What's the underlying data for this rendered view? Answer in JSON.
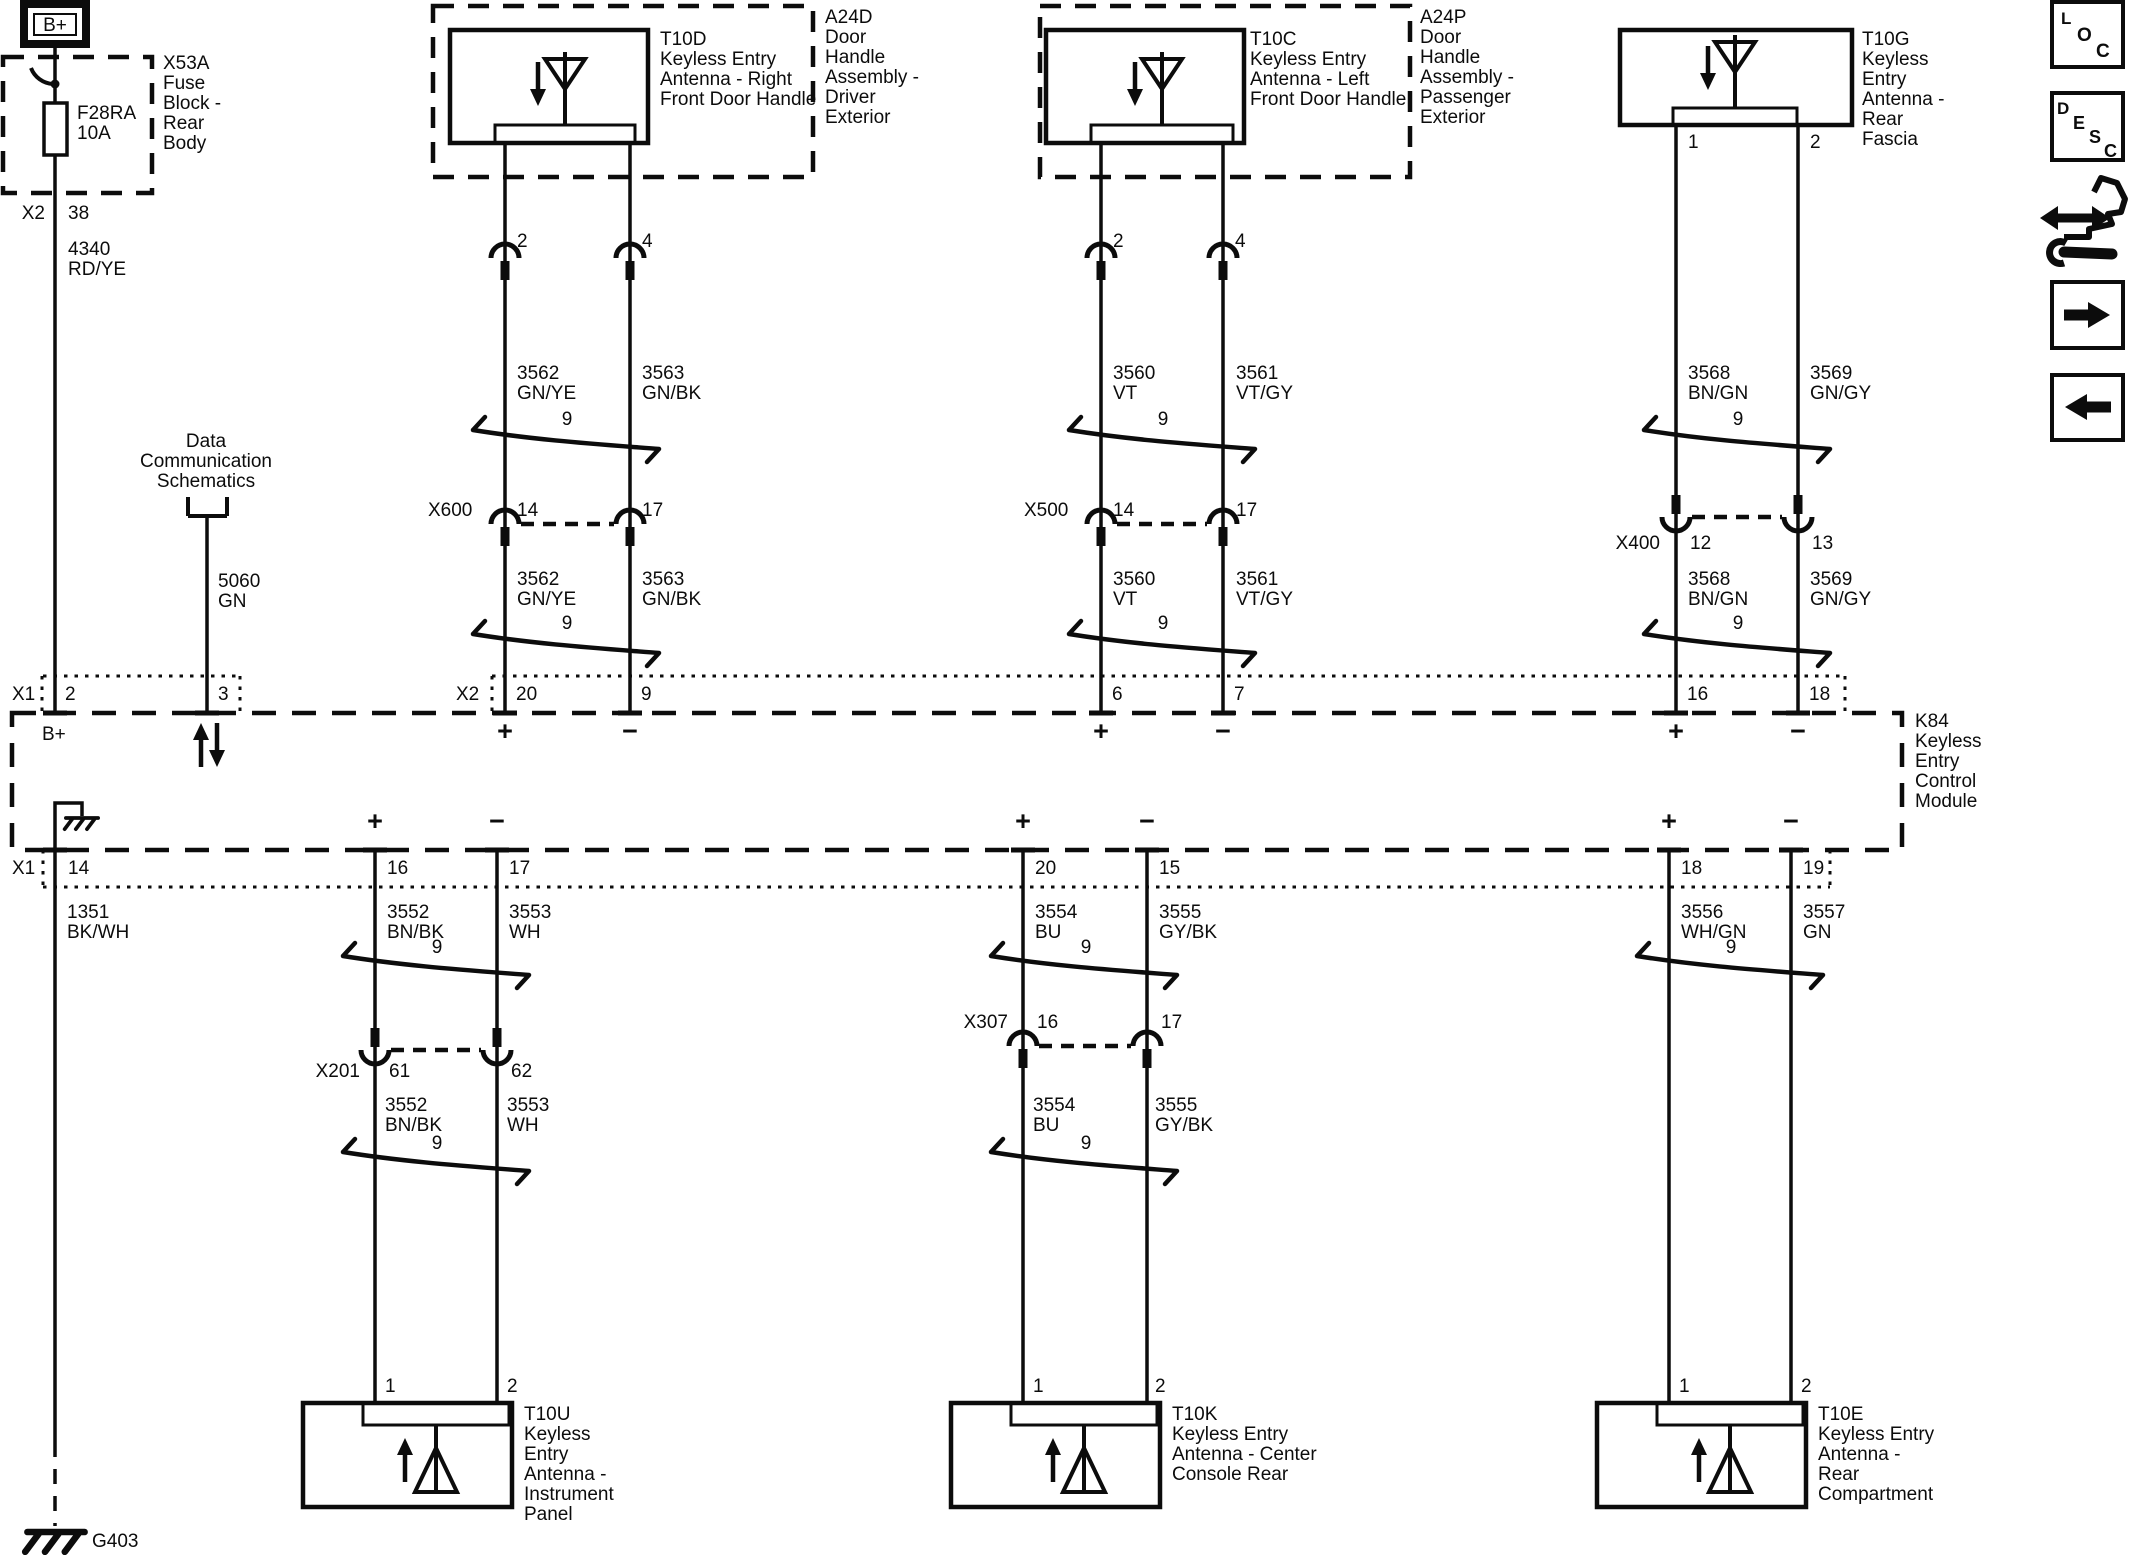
{
  "bat": {
    "label": "B+"
  },
  "fuse": {
    "code": "X53A",
    "name": [
      "Fuse",
      "Block -",
      "Rear",
      "Body"
    ],
    "fuse_code": "F28RA",
    "rating": "10A",
    "conn": "X2",
    "pin": "38",
    "wire": {
      "id": "4340",
      "color": "RD/YE"
    }
  },
  "dcs": {
    "lines": [
      "Data",
      "Communication",
      "Schematics"
    ],
    "wire": {
      "id": "5060",
      "color": "GN"
    }
  },
  "gnd": {
    "label": "G403",
    "wire": {
      "id": "1351",
      "color": "BK/WH"
    }
  },
  "mod": {
    "code": "K84",
    "name": [
      "Keyless",
      "Entry",
      "Control",
      "Module"
    ],
    "x1": "X1",
    "x2": "X2",
    "bplus": "B+",
    "plus": "+",
    "minus": "−",
    "top": {
      "p2": "2",
      "p3": "3",
      "p20": "20",
      "p9": "9",
      "p6": "6",
      "p7": "7",
      "p16": "16",
      "p18": "18"
    },
    "bot": {
      "p14": "14",
      "p16": "16",
      "p17": "17",
      "p20": "20",
      "p15": "15",
      "p18": "18",
      "p19": "19"
    }
  },
  "t10d": {
    "code": "T10D",
    "name": [
      "Keyless Entry",
      "Antenna - Right",
      "Front Door Handle"
    ],
    "asm": {
      "code": "A24D",
      "name": [
        "Door",
        "Handle",
        "Assembly -",
        "Driver",
        "Exterior"
      ]
    },
    "pins": [
      "2",
      "4"
    ],
    "twist": "9",
    "wl": {
      "id": "3562",
      "color": "GN/YE"
    },
    "wr": {
      "id": "3563",
      "color": "GN/BK"
    },
    "conn": {
      "code": "X600",
      "pins": [
        "14",
        "17"
      ]
    }
  },
  "t10c": {
    "code": "T10C",
    "name": [
      "Keyless Entry",
      "Antenna - Left",
      "Front Door Handle"
    ],
    "asm": {
      "code": "A24P",
      "name": [
        "Door",
        "Handle",
        "Assembly -",
        "Passenger",
        "Exterior"
      ]
    },
    "pins": [
      "2",
      "4"
    ],
    "twist": "9",
    "wl": {
      "id": "3560",
      "color": "VT"
    },
    "wr": {
      "id": "3561",
      "color": "VT/GY"
    },
    "conn": {
      "code": "X500",
      "pins": [
        "14",
        "17"
      ]
    }
  },
  "t10g": {
    "code": "T10G",
    "name": [
      "Keyless",
      "Entry",
      "Antenna -",
      "Rear",
      "Fascia"
    ],
    "pins": [
      "1",
      "2"
    ],
    "twist": "9",
    "wl": {
      "id": "3568",
      "color": "BN/GN"
    },
    "wr": {
      "id": "3569",
      "color": "GN/GY"
    },
    "conn": {
      "code": "X400",
      "pins": [
        "12",
        "13"
      ]
    }
  },
  "t10u": {
    "code": "T10U",
    "name": [
      "Keyless",
      "Entry",
      "Antenna -",
      "Instrument",
      "Panel"
    ],
    "pins": [
      "1",
      "2"
    ],
    "twist": "9",
    "wl": {
      "id": "3552",
      "color": "BN/BK"
    },
    "wr": {
      "id": "3553",
      "color": "WH"
    },
    "conn": {
      "code": "X201",
      "pins": [
        "61",
        "62"
      ]
    }
  },
  "t10k": {
    "code": "T10K",
    "name": [
      "Keyless Entry",
      "Antenna - Center",
      "Console Rear"
    ],
    "pins": [
      "1",
      "2"
    ],
    "twist": "9",
    "wl": {
      "id": "3554",
      "color": "BU"
    },
    "wr": {
      "id": "3555",
      "color": "GY/BK"
    },
    "conn": {
      "code": "X307",
      "pins": [
        "16",
        "17"
      ]
    }
  },
  "t10e": {
    "code": "T10E",
    "name": [
      "Keyless Entry",
      "Antenna -",
      "Rear",
      "Compartment"
    ],
    "pins": [
      "1",
      "2"
    ],
    "twist": "9",
    "wl": {
      "id": "3556",
      "color": "WH/GN"
    },
    "wr": {
      "id": "3557",
      "color": "GN"
    }
  },
  "icons": {
    "loc": [
      "L",
      "O",
      "C"
    ],
    "desc": [
      "D",
      "E",
      "S",
      "C"
    ]
  }
}
